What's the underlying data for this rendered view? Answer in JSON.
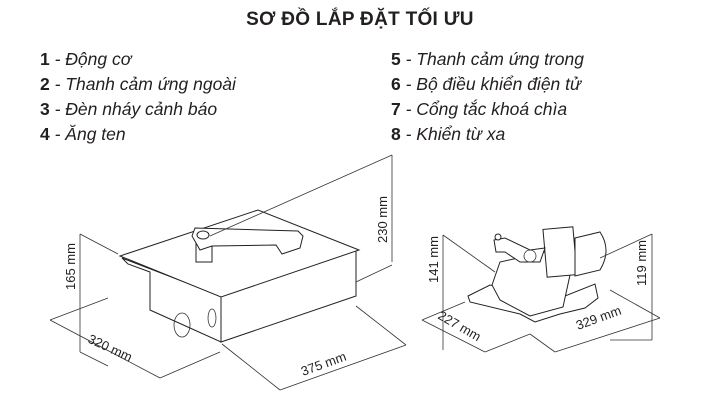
{
  "title": "SƠ ĐỒ LẮP ĐẶT TỐI ƯU",
  "legend": [
    {
      "num": "1",
      "label": " - Động cơ"
    },
    {
      "num": "2",
      "label": " - Thanh cảm ứng ngoài"
    },
    {
      "num": "3",
      "label": " - Đèn nháy cảnh báo"
    },
    {
      "num": "4",
      "label": " - Ăng ten"
    },
    {
      "num": "5",
      "label": " - Thanh cảm ứng trong"
    },
    {
      "num": "6",
      "label": " - Bộ điều khiển điện tử"
    },
    {
      "num": "7",
      "label": " - Cổng tắc khoá chìa"
    },
    {
      "num": "8",
      "label": " - Khiển từ xa"
    }
  ],
  "box_dims": {
    "height_total": "230 mm",
    "height_box": "165 mm",
    "width": "320 mm",
    "length": "375 mm"
  },
  "motor_dims": {
    "height_total": "141 mm",
    "height_motor": "119 mm",
    "width": "227 mm",
    "length": "329 mm"
  }
}
